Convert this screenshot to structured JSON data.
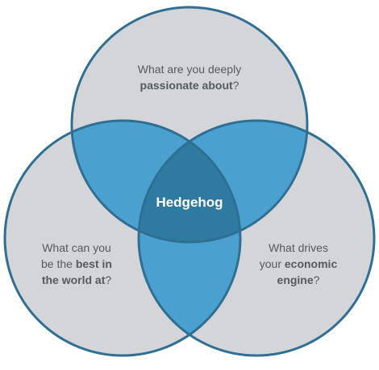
{
  "diagram": {
    "type": "venn-3",
    "colors": {
      "circle_fill": "#d3d5d8",
      "circle_stroke": "#2f6f93",
      "pairwise_overlap": "#4aa1cf",
      "center_overlap": "#2f7aa0"
    },
    "center": {
      "label": "Hedgehog"
    },
    "circles": [
      {
        "id": "top",
        "parts": [
          "What are you deeply",
          "passionate about",
          "?"
        ]
      },
      {
        "id": "left",
        "parts": [
          "What can you",
          "be the ",
          "best in",
          "the world at",
          "?"
        ]
      },
      {
        "id": "right",
        "parts": [
          "What drives",
          "your ",
          "economic",
          "engine",
          "?"
        ]
      }
    ]
  }
}
